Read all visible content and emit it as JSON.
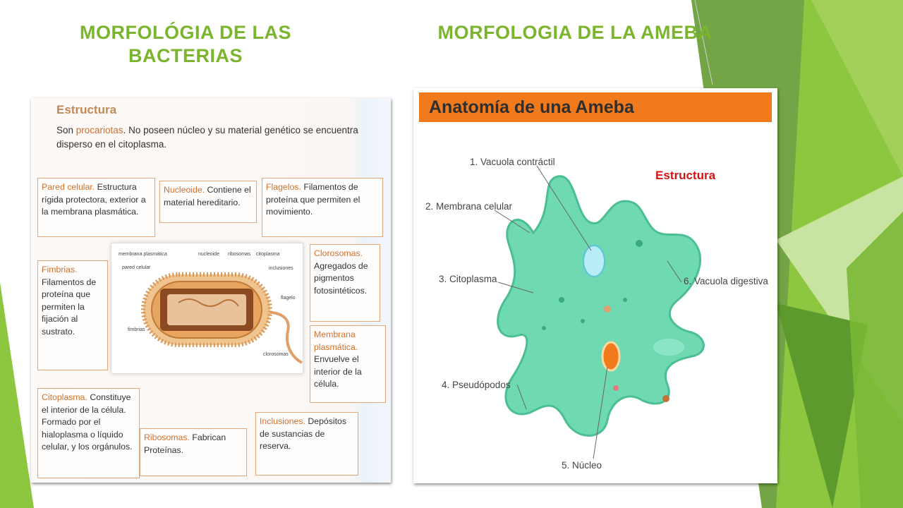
{
  "titles": {
    "left": "MORFOLÓGIA DE LAS BACTERIAS",
    "right": "MORFOLOGIA DE LA AMEBA"
  },
  "bacteria": {
    "heading": "Estructura",
    "intro_highlight": "procariotas",
    "intro_before": "Son ",
    "intro_after": ". No poseen núcleo y su material genético se encuentra disperso en el citoplasma.",
    "boxes": {
      "pared": {
        "term": "Pared celular.",
        "desc": " Estructura rígida protectora, exterior a la membrana plasmática."
      },
      "nucleoide": {
        "term": "Nucleoide.",
        "desc": " Contiene el material hereditario."
      },
      "flagelos": {
        "term": "Flagelos.",
        "desc": " Filamentos de proteína que permiten el movimiento."
      },
      "fimbrias": {
        "term": "Fimbrias.",
        "desc": " Filamentos de proteína que permiten la fijación al sustrato."
      },
      "clorosomas": {
        "term": "Clorosomas.",
        "desc": " Agregados de pigmentos fotosintéticos."
      },
      "membrana": {
        "term": "Membrana plasmática.",
        "desc": " Envuelve el interior de la célula."
      },
      "citoplasma": {
        "term": "Citoplasma.",
        "desc": " Constituye el interior de la célula. Formado por el hialoplasma o líquido celular, y los orgánulos."
      },
      "ribosomas": {
        "term": "Ribosomas.",
        "desc": " Fabrican Proteínas."
      },
      "inclusiones": {
        "term": "Inclusiones.",
        "desc": " Depósitos de sustancias de reserva."
      }
    },
    "diagram_labels": {
      "membrana": "membrana plasmática",
      "nucleoide": "nucleoide",
      "ribosomas": "ribosomas",
      "citoplasma": "citoplasma",
      "pared": "pared celular",
      "inclusiones": "inclusiones",
      "flagelo": "flagelo",
      "fimbrias": "fimbrias",
      "clorosomas": "clorosomas"
    }
  },
  "ameba": {
    "title": "Anatomía de una Ameba",
    "annotation": "Estructura",
    "labels": {
      "vacuola_contractil": "1. Vacuola contráctil",
      "membrana": "2. Membrana celular",
      "citoplasma": "3. Citoplasma",
      "pseudopodos": "4. Pseudópodos",
      "nucleo": "5. Núcleo",
      "vacuola_digestiva": "6. Vacuola digestiva"
    }
  },
  "colors": {
    "title_green": "#7bb52e",
    "box_border": "#e3a77a",
    "term_orange": "#d1712e",
    "ameba_bar": "#f07a1c",
    "ameba_body": "#5fd3a8",
    "annotation_red": "#d41414"
  }
}
